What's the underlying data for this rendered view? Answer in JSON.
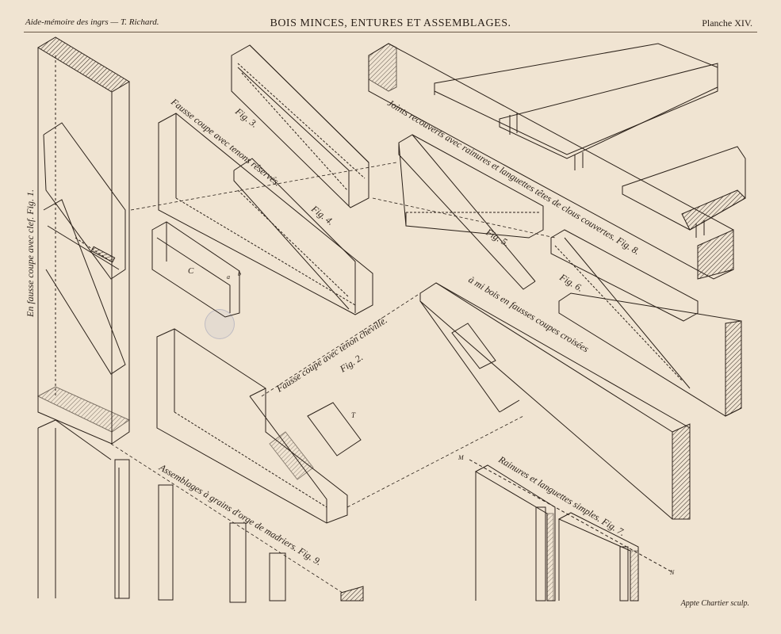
{
  "header": {
    "left": "Aide-mémoire des ingrs — T. Richard.",
    "title": "BOIS MINCES, ENTURES ET ASSEMBLAGES.",
    "right": "Planche XIV."
  },
  "labels": {
    "fig1": "En fausse coupe avec clef. Fig. 1.",
    "fig2_caption": "Fausse coupe avec tenon chevillé.",
    "fig2_num": "Fig. 2.",
    "fig3": "Fig. 3.",
    "fig3_caption": "Fausse coupe avec tenons réservés.",
    "fig4": "Fig. 4.",
    "fig5": "Fig. 5.",
    "fig6": "Fig. 6.",
    "fig6_caption": "à mi bois en fausses coupes croisées",
    "fig7_caption": "Rainures et languettes simples. Fig. 7.",
    "fig8_caption": "Joints recouverts avec rainures et languettes têtes de clous couvertes. Fig. 8.",
    "fig9_caption": "Assemblages à grains d'orge de madriers. Fig. 9.",
    "mark_c": "C",
    "mark_a": "a",
    "mark_b": "b",
    "mark_T": "T",
    "mark_M": "M",
    "mark_N": "N"
  },
  "footer": {
    "credit": "Appte Chartier sculp."
  },
  "colors": {
    "paper": "#f0e4d2",
    "ink": "#2b2119"
  }
}
